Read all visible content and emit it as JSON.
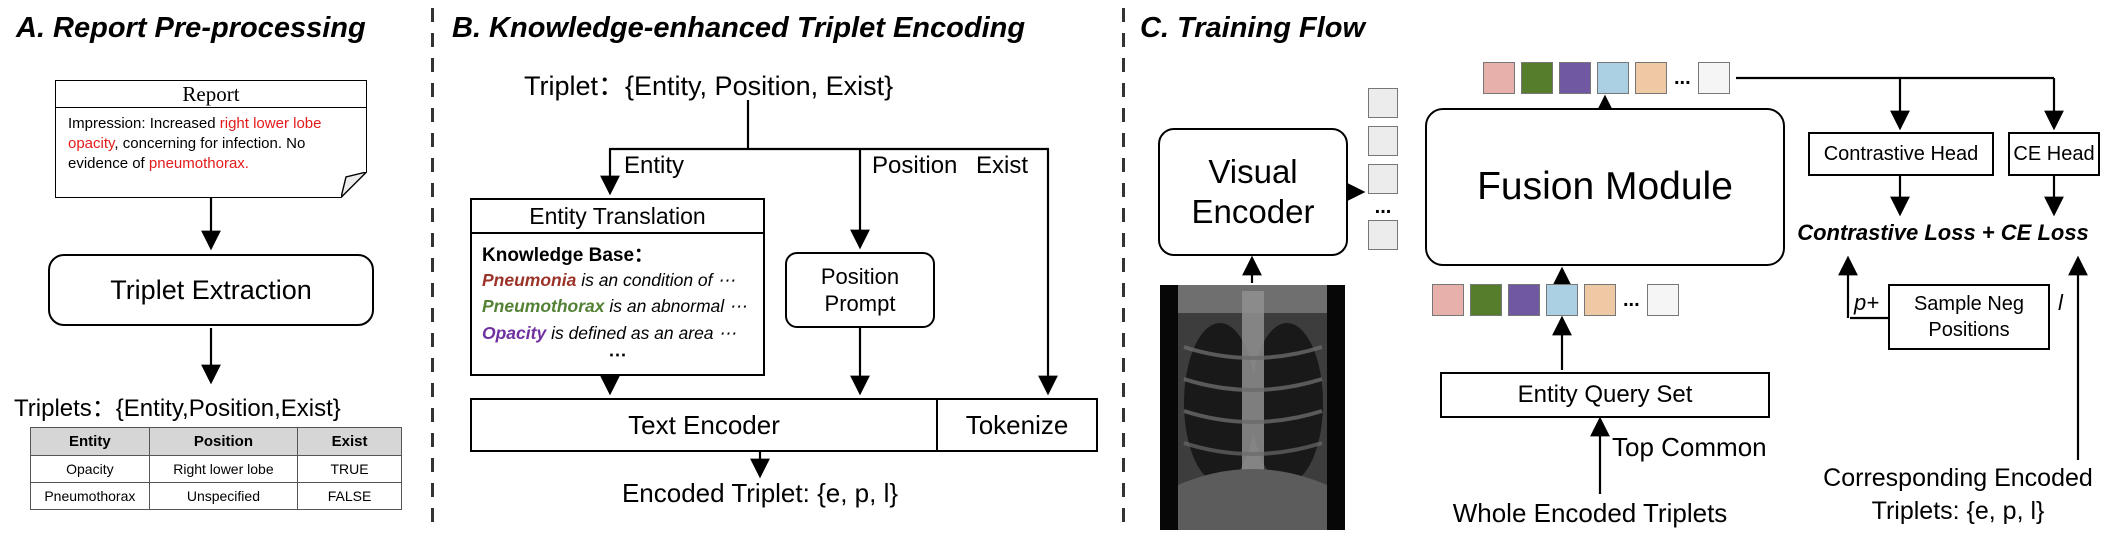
{
  "colors": {
    "red_text": "#e31b1b",
    "kb_pneumonia": "#9c3328",
    "kb_pneumothorax": "#538135",
    "kb_opacity": "#7030a0"
  },
  "panel_a": {
    "title": "A. Report Pre-processing",
    "report": {
      "title": "Report",
      "text_parts": {
        "p1": "Impression: Increased ",
        "p2": "right lower lobe opacity",
        "p3": ", concerning for infection. No evidence of ",
        "p4": "pneumothorax."
      }
    },
    "extraction_label": "Triplet Extraction",
    "triplets_label": "Triplets：{Entity,Position,Exist}",
    "table": {
      "headers": [
        "Entity",
        "Position",
        "Exist"
      ],
      "rows": [
        [
          "Opacity",
          "Right lower lobe",
          "TRUE"
        ],
        [
          "Pneumothorax",
          "Unspecified",
          "FALSE"
        ]
      ]
    }
  },
  "panel_b": {
    "title": "B. Knowledge-enhanced Triplet Encoding",
    "triplet_label": "Triplet：{Entity, Position, Exist}",
    "entity_label": "Entity",
    "position_label": "Position",
    "exist_label": "Exist",
    "entity_translation": {
      "title": "Entity Translation",
      "kb_title": "Knowledge Base：",
      "entries": [
        {
          "term": "Pneumonia",
          "rest": " is an  condition of  ⋯"
        },
        {
          "term": "Pneumothorax",
          "rest": " is an abnormal  ⋯"
        },
        {
          "term": "Opacity",
          "rest": " is defined as an area  ⋯"
        }
      ],
      "ellipsis": "⋯"
    },
    "position_prompt": "Position Prompt",
    "text_encoder": "Text Encoder",
    "tokenize": "Tokenize",
    "encoded_label": "Encoded Triplet: {e, p, l}"
  },
  "panel_c": {
    "title": "C. Training Flow",
    "visual_encoder": "Visual Encoder",
    "fusion_module": "Fusion Module",
    "contrastive_head": "Contrastive Head",
    "ce_head": "CE Head",
    "loss_label": "Contrastive Loss + CE Loss",
    "sample_neg": "Sample Neg Positions",
    "p_plus": "p+",
    "l_label": "l",
    "entity_query_set": "Entity Query Set",
    "top_common": "Top Common",
    "whole_encoded": "Whole Encoded Triplets",
    "corresponding": "Corresponding Encoded Triplets: {e, p, l}",
    "top_row": [
      "#e7b0aa",
      "#567d2b",
      "#7158a3",
      "#abd0e4",
      "#efc9a4",
      "...",
      "#f5f5f5"
    ],
    "bottom_row": [
      "#e7b0aa",
      "#567d2b",
      "#7158a3",
      "#abd0e4",
      "#efc9a4",
      "...",
      "#f5f5f5"
    ],
    "token_column": [
      "#ececec",
      "#ececec",
      "#ececec",
      "...",
      "#ececec"
    ]
  }
}
